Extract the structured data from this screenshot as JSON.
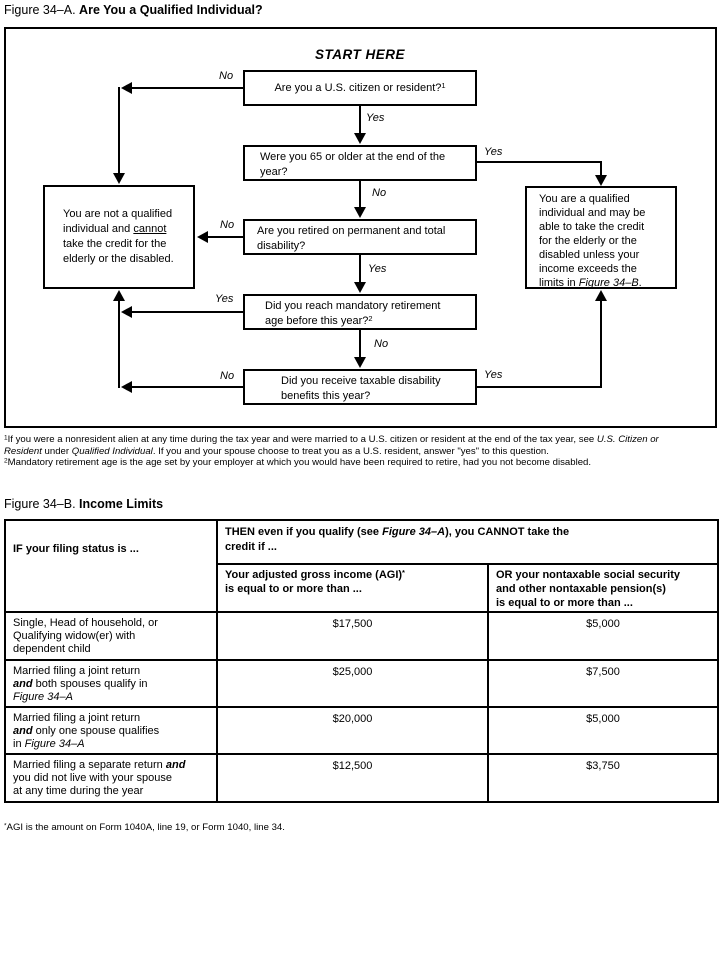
{
  "figure_a": {
    "title_runs": [
      {
        "t": "Figure 34–A.  ",
        "s": "n"
      },
      {
        "t": "Are You a Qualified Individual?",
        "s": "b"
      }
    ],
    "start_here": "START HERE",
    "labels": {
      "yes": "Yes",
      "no": "No"
    },
    "boxes": {
      "q1_runs": [
        {
          "t": "Are you a U.S. citizen or resident?",
          "s": "n"
        },
        {
          "t": "1",
          "s": "sup"
        }
      ],
      "q2_runs": [
        {
          "t": "Were you 65 or older at the end of the\nyear?",
          "s": "n"
        }
      ],
      "q3_runs": [
        {
          "t": "Are you retired on permanent and total\ndisability?",
          "s": "n"
        }
      ],
      "q4_runs": [
        {
          "t": "Did you reach mandatory retirement\nage before this year?",
          "s": "n"
        },
        {
          "t": "2",
          "s": "sup"
        }
      ],
      "q5_runs": [
        {
          "t": "Did you receive taxable disability\nbenefits this year?",
          "s": "n"
        }
      ],
      "not_qualified_runs": [
        {
          "t": "You are not a qualified\nindividual and ",
          "s": "n"
        },
        {
          "t": "cannot",
          "s": "u"
        },
        {
          "t": "\ntake the credit for the\nelderly or the disabled.",
          "s": "n"
        }
      ],
      "qualified_runs": [
        {
          "t": "You are a qualified\nindividual and may be\nable to take the credit\nfor the elderly or the\ndisabled unless your\nincome exceeds the\nlimits in ",
          "s": "n"
        },
        {
          "t": "Figure 34–B",
          "s": "i"
        },
        {
          "t": ".",
          "s": "n"
        }
      ]
    },
    "footnote1_runs": [
      {
        "t": "1",
        "s": "sup"
      },
      {
        "t": "If you were a nonresident alien at any time during the tax year and were married to a U.S. citizen or resident at the end of the tax year, see ",
        "s": "n"
      },
      {
        "t": "U.S. Citizen or",
        "s": "i"
      },
      {
        "t": "\n",
        "s": "n"
      },
      {
        "t": "Resident",
        "s": "i"
      },
      {
        "t": " under ",
        "s": "n"
      },
      {
        "t": "Qualified Individual",
        "s": "i"
      },
      {
        "t": ". If you and your spouse choose to treat you as a U.S. resident, answer \"yes\" to this question.",
        "s": "n"
      }
    ],
    "footnote2_runs": [
      {
        "t": "2",
        "s": "sup"
      },
      {
        "t": "Mandatory retirement age is the age set by your employer at which you would have been required to retire, had you not become disabled.",
        "s": "n"
      }
    ]
  },
  "figure_b": {
    "title_runs": [
      {
        "t": "Figure 34–B.  ",
        "s": "n"
      },
      {
        "t": "Income Limits",
        "s": "b"
      }
    ],
    "table": {
      "if_header": "IF your filing status is ...",
      "then_header_runs": [
        {
          "t": "THEN even if you qualify (see ",
          "s": "n"
        },
        {
          "t": "Figure 34–A",
          "s": "i"
        },
        {
          "t": "), you CANNOT take the\ncredit if ...",
          "s": "n"
        }
      ],
      "agi_header_runs": [
        {
          "t": "Your adjusted gross income (AGI)",
          "s": "n"
        },
        {
          "t": "*",
          "s": "sup"
        },
        {
          "t": "\nis equal to or more than ...",
          "s": "n"
        }
      ],
      "ss_header_runs": [
        {
          "t": "OR your nontaxable social security\nand other nontaxable pension(s)\nis equal to or more than ...",
          "s": "n"
        }
      ],
      "rows": [
        {
          "status_runs": [
            {
              "t": "Single, Head of household, or\nQualifying widow(er) with\ndependent child",
              "s": "n"
            }
          ],
          "agi": "$17,500",
          "ss": "$5,000"
        },
        {
          "status_runs": [
            {
              "t": "Married filing a joint return\n",
              "s": "n"
            },
            {
              "t": "and",
              "s": "bi"
            },
            {
              "t": " both spouses qualify in\n",
              "s": "n"
            },
            {
              "t": "Figure 34–A",
              "s": "i"
            }
          ],
          "agi": "$25,000",
          "ss": "$7,500"
        },
        {
          "status_runs": [
            {
              "t": "Married filing a joint return\n",
              "s": "n"
            },
            {
              "t": "and",
              "s": "bi"
            },
            {
              "t": " only one spouse qualifies\nin ",
              "s": "n"
            },
            {
              "t": "Figure 34–A",
              "s": "i"
            }
          ],
          "agi": "$20,000",
          "ss": "$5,000"
        },
        {
          "status_runs": [
            {
              "t": "Married filing a separate return ",
              "s": "n"
            },
            {
              "t": "and",
              "s": "bi"
            },
            {
              "t": "\nyou did not live with your spouse\nat any time during the year",
              "s": "n"
            }
          ],
          "agi": "$12,500",
          "ss": "$3,750"
        }
      ]
    },
    "footnote_runs": [
      {
        "t": "*",
        "s": "sup"
      },
      {
        "t": "AGI is the amount on Form 1040A, line 19, or Form 1040, line 34.",
        "s": "n"
      }
    ]
  }
}
